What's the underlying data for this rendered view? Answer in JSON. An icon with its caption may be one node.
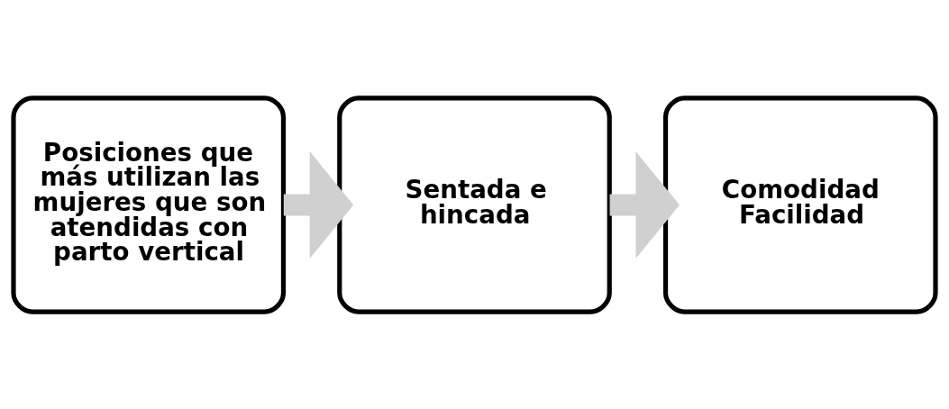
{
  "diagram": {
    "nodes": [
      {
        "text": [
          "Posiciones que más utilizan las mujeres que son atendidas con parto vertical"
        ]
      },
      {
        "text": [
          "Sentada e hincada"
        ]
      },
      {
        "text": [
          "Comodidad Facilidad"
        ]
      }
    ],
    "edges": [
      {
        "from": 0,
        "to": 1,
        "arrow": "to"
      },
      {
        "from": 1,
        "to": 2,
        "arrow": "to"
      }
    ]
  }
}
